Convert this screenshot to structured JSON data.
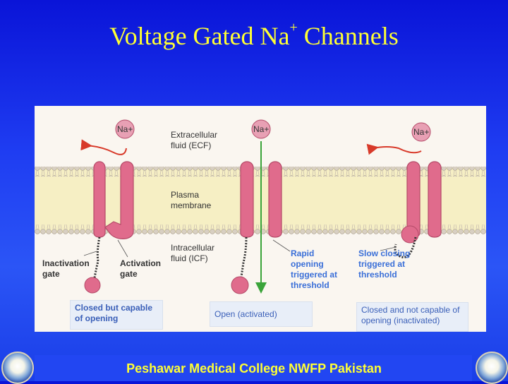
{
  "title": {
    "main": "Voltage Gated Na",
    "superscript": "+",
    "tail": " Channels"
  },
  "figure": {
    "ions": [
      "Na+",
      "Na+",
      "Na+"
    ],
    "labels": {
      "ecf": "Extracellular fluid (ECF)",
      "membrane": "Plasma membrane",
      "icf": "Intracellular fluid (ICF)",
      "inactivation_gate": "Inactivation gate",
      "activation_gate": "Activation gate",
      "rapid_opening": "Rapid opening triggered at threshold",
      "slow_closing": "Slow closing triggered at threshold"
    },
    "captions": {
      "closed": "Closed but capable of opening",
      "open": "Open (activated)",
      "inactivated": "Closed and not capable of opening (inactivated)"
    },
    "colors": {
      "channel": "#e06b8c",
      "arrow_red": "#d83a2a",
      "arrow_green": "#3aa43a",
      "membrane": "#f6efc4"
    }
  },
  "footer": {
    "text": "Peshawar Medical College NWFP Pakistan"
  },
  "seal_icons": [
    "college-seal-icon",
    "college-seal-icon"
  ]
}
